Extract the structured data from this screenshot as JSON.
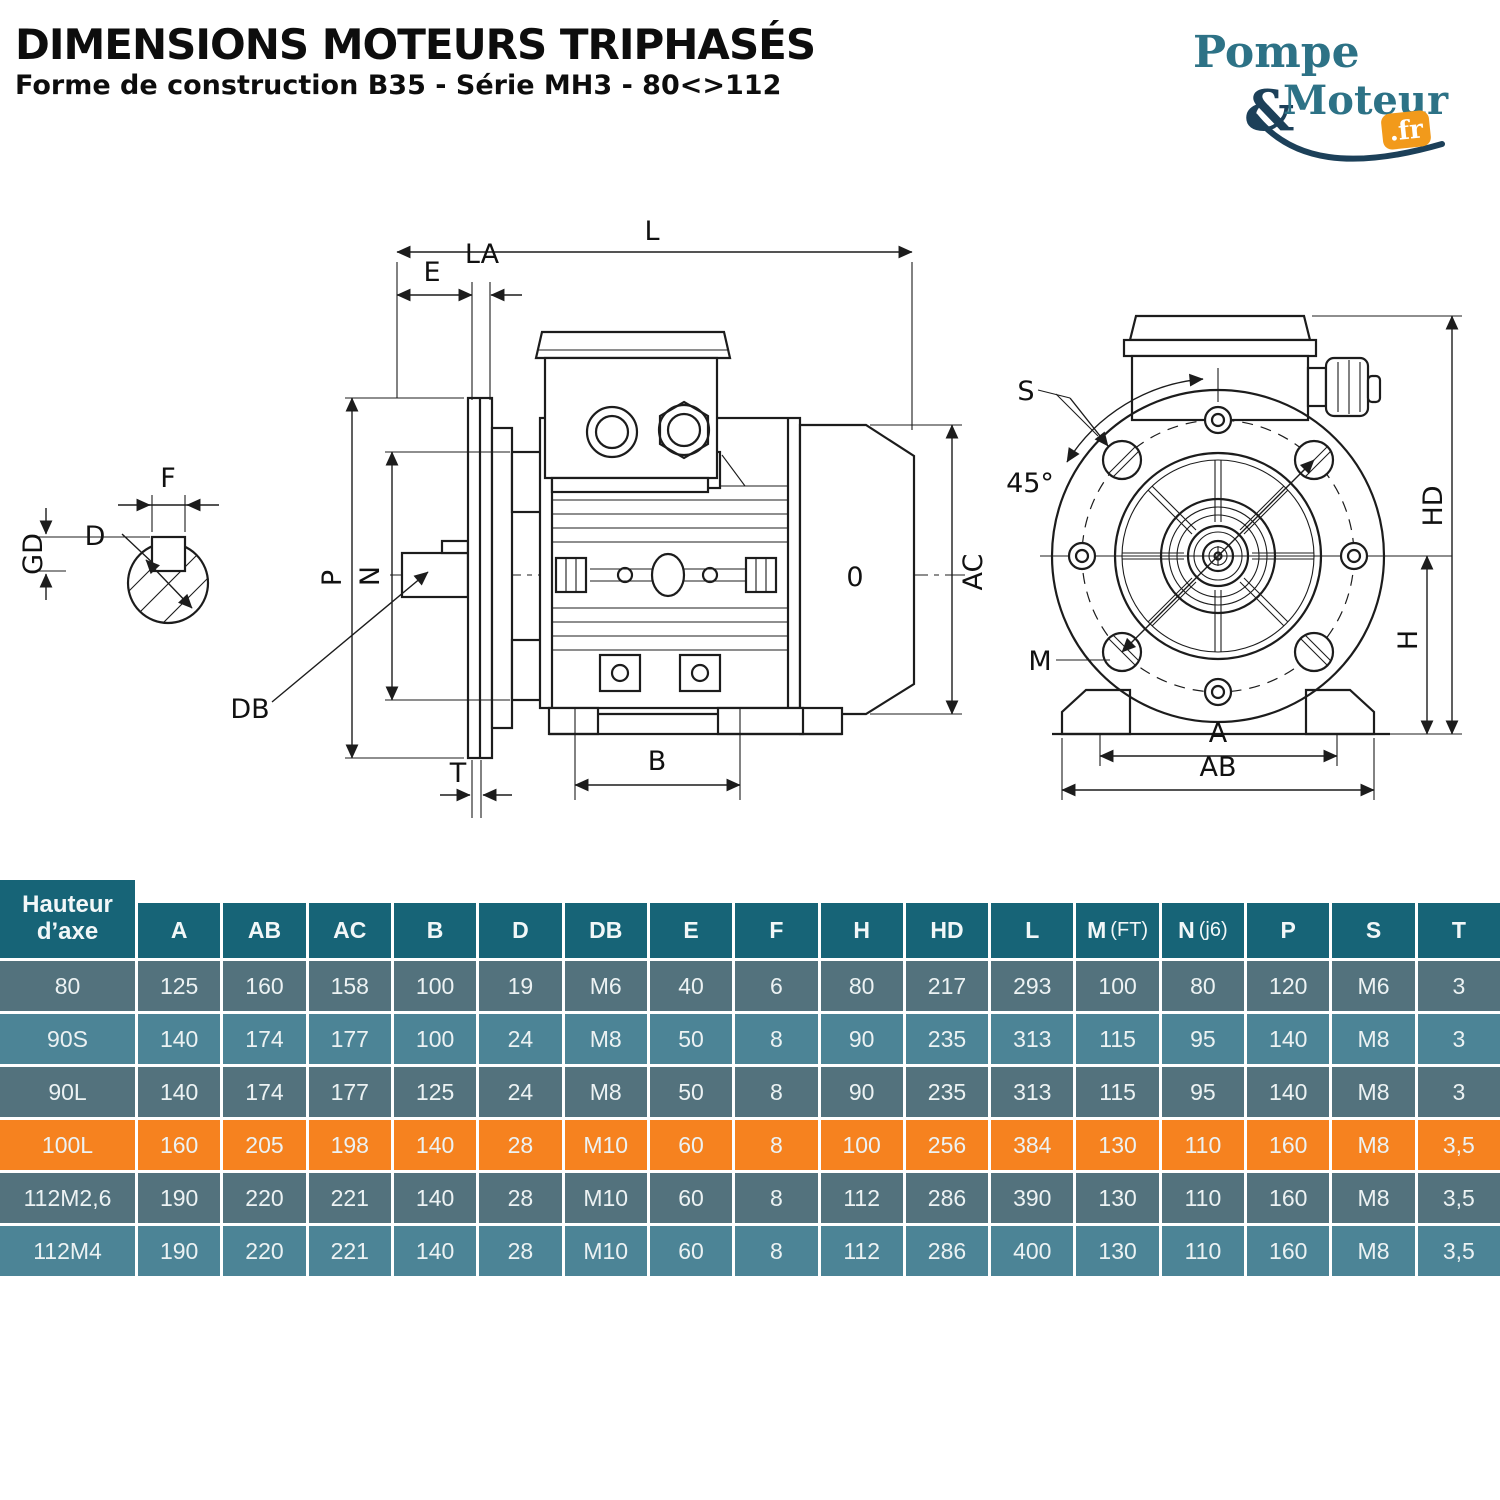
{
  "header": {
    "title": "DIMENSIONS MOTEURS TRIPHASÉS",
    "subtitle": "Forme de construction B35 - Série MH3 - 80<>112"
  },
  "logo": {
    "part1": "Pompe",
    "amp": "&",
    "part2": "Moteur",
    "tld": ".fr",
    "teal": "#2d7286",
    "navy": "#1c4059",
    "orange": "#f29a1b"
  },
  "diagram": {
    "shaft_detail": {
      "labels": {
        "f": "F",
        "d": "D",
        "gd": "GD"
      }
    },
    "side_view": {
      "labels": {
        "l": "L",
        "e": "E",
        "la": "LA",
        "p": "P",
        "n": "N",
        "db": "DB",
        "t": "T",
        "b": "B",
        "ac": "AC",
        "o": "0"
      }
    },
    "front_view": {
      "labels": {
        "s": "S",
        "angle": "45°",
        "hd": "HD",
        "h": "H",
        "m": "M",
        "a": "A",
        "ab": "AB"
      }
    }
  },
  "table": {
    "corner_header": "Hauteur d’axe",
    "columns": [
      "A",
      "AB",
      "AC",
      "B",
      "D",
      "DB",
      "E",
      "F",
      "H",
      "HD",
      "L",
      "M (FT)",
      "N (j6)",
      "P",
      "S",
      "T"
    ],
    "rows": [
      {
        "name": "80",
        "variant": "dark",
        "values": [
          "125",
          "160",
          "158",
          "100",
          "19",
          "M6",
          "40",
          "6",
          "80",
          "217",
          "293",
          "100",
          "80",
          "120",
          "M6",
          "3"
        ]
      },
      {
        "name": "90S",
        "variant": "light",
        "values": [
          "140",
          "174",
          "177",
          "100",
          "24",
          "M8",
          "50",
          "8",
          "90",
          "235",
          "313",
          "115",
          "95",
          "140",
          "M8",
          "3"
        ]
      },
      {
        "name": "90L",
        "variant": "dark",
        "values": [
          "140",
          "174",
          "177",
          "125",
          "24",
          "M8",
          "50",
          "8",
          "90",
          "235",
          "313",
          "115",
          "95",
          "140",
          "M8",
          "3"
        ]
      },
      {
        "name": "100L",
        "variant": "highlight",
        "values": [
          "160",
          "205",
          "198",
          "140",
          "28",
          "M10",
          "60",
          "8",
          "100",
          "256",
          "384",
          "130",
          "110",
          "160",
          "M8",
          "3,5"
        ]
      },
      {
        "name": "112M2,6",
        "variant": "dark",
        "values": [
          "190",
          "220",
          "221",
          "140",
          "28",
          "M10",
          "60",
          "8",
          "112",
          "286",
          "390",
          "130",
          "110",
          "160",
          "M8",
          "3,5"
        ]
      },
      {
        "name": "112M4",
        "variant": "light",
        "values": [
          "190",
          "220",
          "221",
          "140",
          "28",
          "M10",
          "60",
          "8",
          "112",
          "286",
          "400",
          "130",
          "110",
          "160",
          "M8",
          "3,5"
        ]
      }
    ],
    "colors": {
      "header": "#176477",
      "dark": "#53727d",
      "light": "#4c8496",
      "highlight": "#f6821f"
    }
  }
}
